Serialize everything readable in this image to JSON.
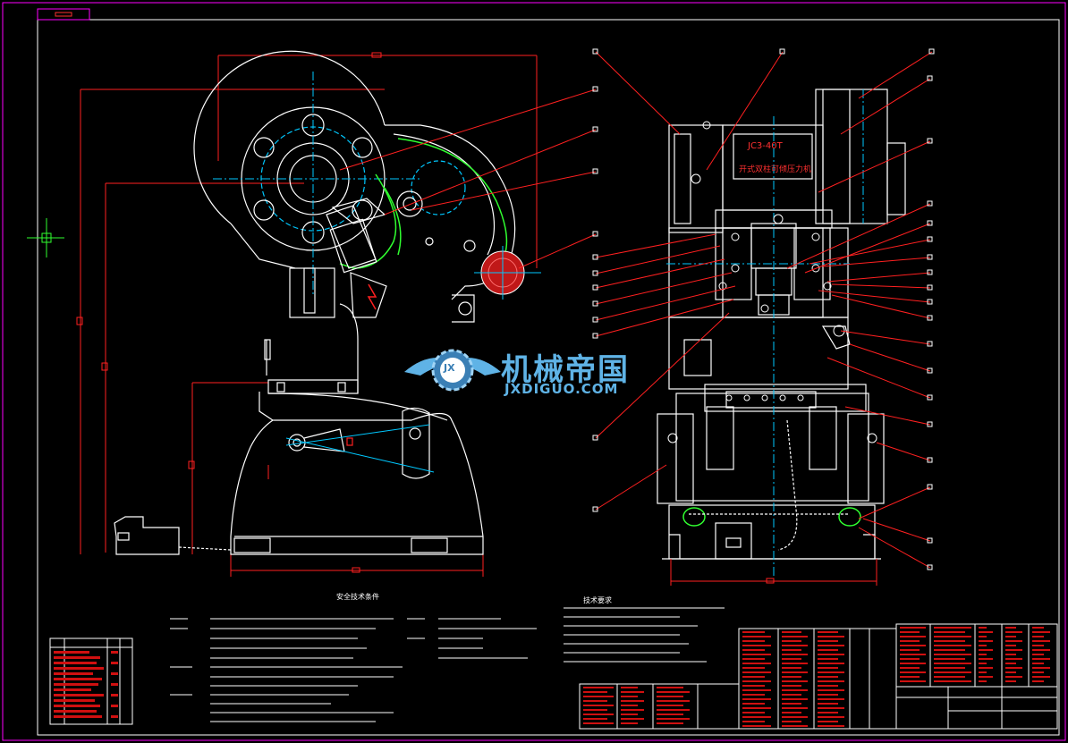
{
  "watermark": {
    "title": "机械帝国",
    "url": "JXDIGUO.COM",
    "badge": "JX"
  },
  "nameplate": {
    "code": "JC3-40T",
    "name": "开式双柱可倾压力机"
  },
  "notes": {
    "safety_title": "安全技术条件",
    "tech_title": "技术要求"
  },
  "colors": {
    "background": "#000000",
    "outline": "#ffffff",
    "dimension": "#ff2020",
    "centerline": "#00c8ff",
    "hydraulic": "#30ff30",
    "border": "#ff00ff",
    "watermark": "#5fb3e6"
  }
}
